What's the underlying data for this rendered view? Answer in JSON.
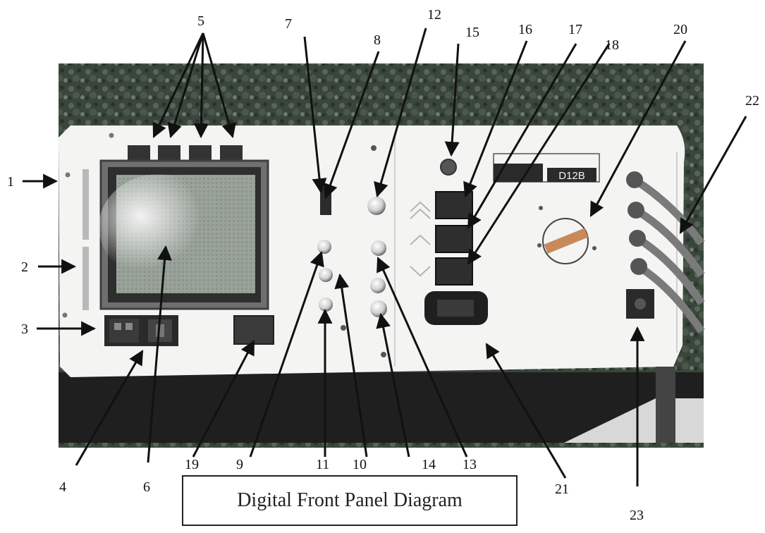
{
  "caption": "Digital Front Panel Diagram",
  "device_model_label": "D12B",
  "callout_numbers": [
    "1",
    "2",
    "3",
    "4",
    "5",
    "6",
    "7",
    "8",
    "9",
    "10",
    "11",
    "12",
    "13",
    "14",
    "15",
    "16",
    "17",
    "18",
    "19",
    "20",
    "21",
    "22",
    "23"
  ],
  "colors": {
    "panel": "#f4f4f2",
    "foliage": "#3b4a3d",
    "dark_band": "#1d1d1d",
    "button_dark": "#2e2e2e",
    "arrow": "#111111"
  }
}
